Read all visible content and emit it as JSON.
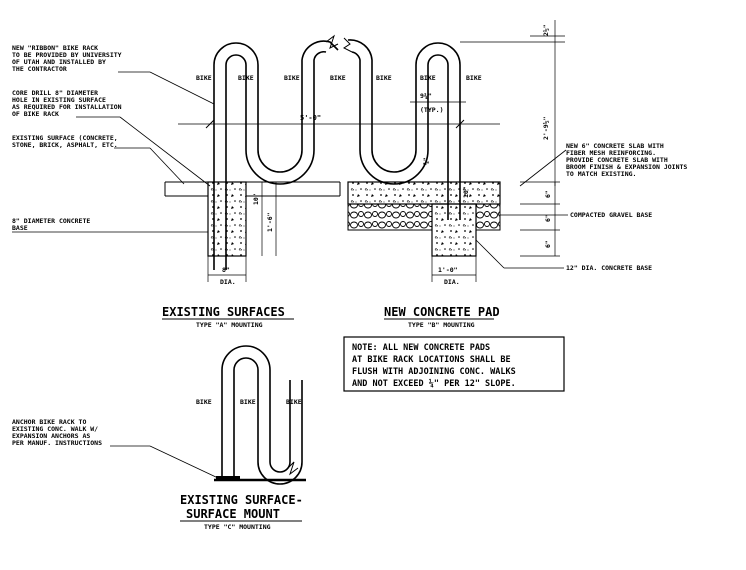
{
  "labels": {
    "ribbon_rack": [
      "NEW \"RIBBON\" BIKE RACK",
      "TO BE PROVIDED BY UNIVERSITY",
      "OF UTAH AND INSTALLED BY",
      "THE CONTRACTOR"
    ],
    "core_drill": [
      "CORE DRILL 8\" DIAMETER",
      "HOLE IN EXISTING SURFACE",
      "AS REQUIRED FOR INSTALLATION",
      "OF BIKE RACK"
    ],
    "existing_surface": [
      "EXISTING SURFACE (CONCRETE,",
      "STONE, BRICK, ASPHALT, ETC."
    ],
    "concrete_base": [
      "8\" DIAMETER CONCRETE",
      "BASE"
    ],
    "new_slab": [
      "NEW 6\" CONCRETE SLAB WITH",
      "FIBER MESH REINFORCING.",
      "PROVIDE CONCRETE SLAB WITH",
      "BROOM FINISH & EXPANSION JOINTS",
      "TO MATCH EXISTING."
    ],
    "gravel_base": "COMPACTED GRAVEL BASE",
    "dia_base": "12\" DIA. CONCRETE BASE",
    "anchor": [
      "ANCHOR BIKE RACK TO",
      "EXISTING CONC. WALK W/",
      "EXPANSION ANCHORS AS",
      "PER MANUF. INSTRUCTIONS"
    ],
    "bike": "BIKE"
  },
  "dimensions": {
    "span": "5'-0\"",
    "spacing": "9¾\"",
    "typ": "(TYP.)",
    "height": "2'-9½\"",
    "top": "2½\"",
    "three_quarter": "¾\"",
    "ten_a": "10\"",
    "one_six": "1'-6\"",
    "six_a": "6\"",
    "six_b": "6\"",
    "six_c": "6\"",
    "ten_b": "10\"",
    "eight": "8\"",
    "dia": "DIA.",
    "one_zero": "1'-0\"",
    "dia2": "DIA."
  },
  "titles": {
    "a": {
      "title": "EXISTING SURFACES",
      "sub": "TYPE \"A\" MOUNTING"
    },
    "b": {
      "title": "NEW CONCRETE PAD",
      "sub": "TYPE \"B\" MOUNTING"
    },
    "c": {
      "title_1": "EXISTING SURFACE-",
      "title_2": "SURFACE MOUNT",
      "sub": "TYPE \"C\" MOUNTING"
    }
  },
  "note": [
    "NOTE: ALL NEW CONCRETE PADS",
    "AT BIKE RACK LOCATIONS SHALL BE",
    "FLUSH WITH ADJOINING CONC. WALKS",
    "AND NOT EXCEED ¼\" PER 12\" SLOPE."
  ]
}
